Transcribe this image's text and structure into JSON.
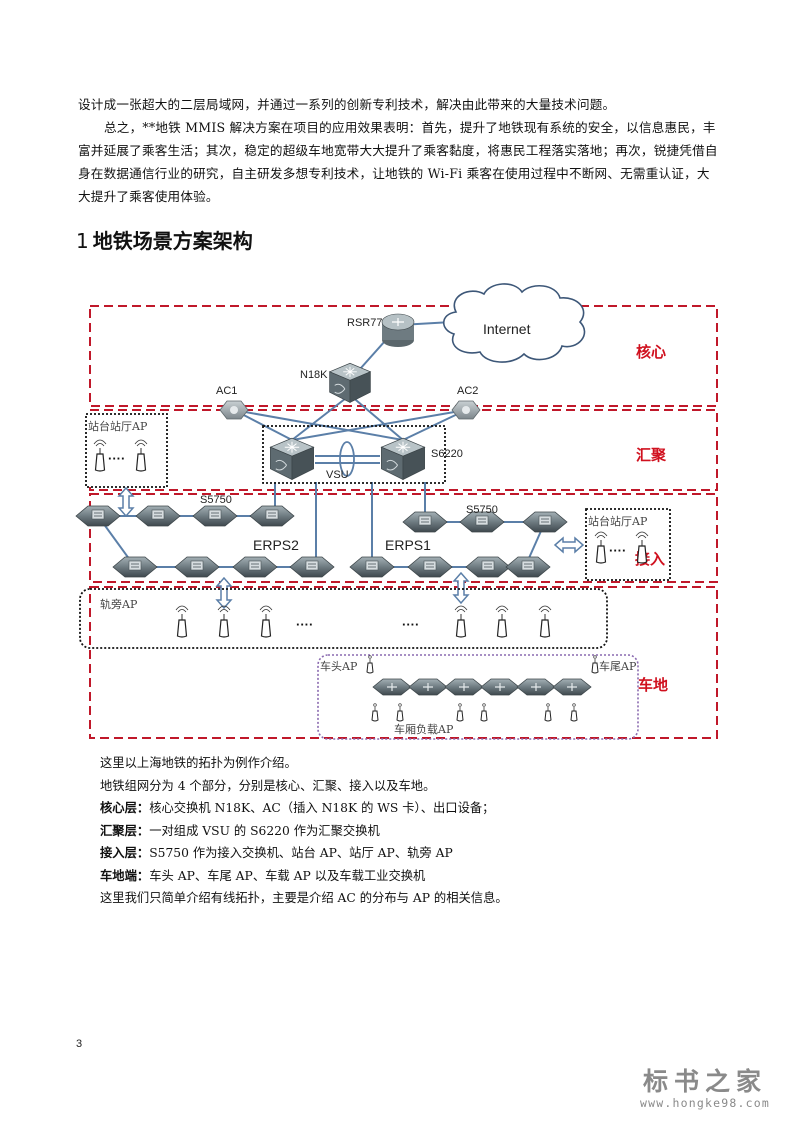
{
  "intro": {
    "line1": "设计成一张超大的二层局域网，并通过一系列的创新专利技术，解决由此带来的大量技术问题。",
    "para2": "总之，**地铁 MMIS 解决方案在项目的应用效果表明：首先，提升了地铁现有系统的安全，以信息惠民，丰富并延展了乘客生活；其次，稳定的超级车地宽带大大提升了乘客黏度，将惠民工程落实落地；再次，锐捷凭借自身在数据通信行业的研究，自主研发多想专利技术，让地铁的 Wi-Fi 乘客在使用过程中不断网、无需重认证，大大提升了乘客使用体验。"
  },
  "section": {
    "number": "1",
    "title": "地铁场景方案架构"
  },
  "diagram": {
    "colors": {
      "zone_border": "#c0182a",
      "zone_label": "#d0101e",
      "link": "#5b7fa8",
      "device": "#5d6a70"
    },
    "zones": [
      {
        "id": "core",
        "label": "核心"
      },
      {
        "id": "aggregation",
        "label": "汇聚"
      },
      {
        "id": "access",
        "label": "接入"
      },
      {
        "id": "train",
        "label": "车地"
      }
    ],
    "cloud_label": "Internet",
    "devices": {
      "router": "RSR77",
      "core_switch": "N18K",
      "ac1": "AC1",
      "ac2": "AC2",
      "agg_switch": "S6220",
      "vsu": "VSU",
      "access_switch_left": "S5750",
      "access_switch_right": "S5750"
    },
    "rings": [
      "ERPS2",
      "ERPS1"
    ],
    "ap_groups": {
      "station_hall_left": "站台站厅AP",
      "station_hall_right": "站台站厅AP",
      "trackside": "轨旁AP",
      "train_head": "车头AP",
      "train_tail": "车尾AP",
      "carriage": "车厢负载AP"
    },
    "ellipsis": "····"
  },
  "description": {
    "lines": [
      {
        "label": "",
        "text": "这里以上海地铁的拓扑为例作介绍。"
      },
      {
        "label": "",
        "text": "地铁组网分为 4 个部分，分别是核心、汇聚、接入以及车地。"
      },
      {
        "label": "核心层：",
        "text": "核心交换机 N18K、AC（插入 N18K 的 WS 卡）、出口设备；"
      },
      {
        "label": "汇聚层：",
        "text": "一对组成 VSU 的 S6220 作为汇聚交换机"
      },
      {
        "label": "接入层：",
        "text": "S5750 作为接入交换机、站台 AP、站厅 AP、轨旁 AP"
      },
      {
        "label": "车地端：",
        "text": "车头 AP、车尾 AP、车载 AP 以及车载工业交换机"
      },
      {
        "label": "",
        "text": "这里我们只简单介绍有线拓扑，主要是介绍 AC 的分布与 AP 的相关信息。"
      }
    ]
  },
  "footer": {
    "page_number": "3"
  },
  "watermark": {
    "title": "标书之家",
    "url": "www.hongke98.com"
  }
}
